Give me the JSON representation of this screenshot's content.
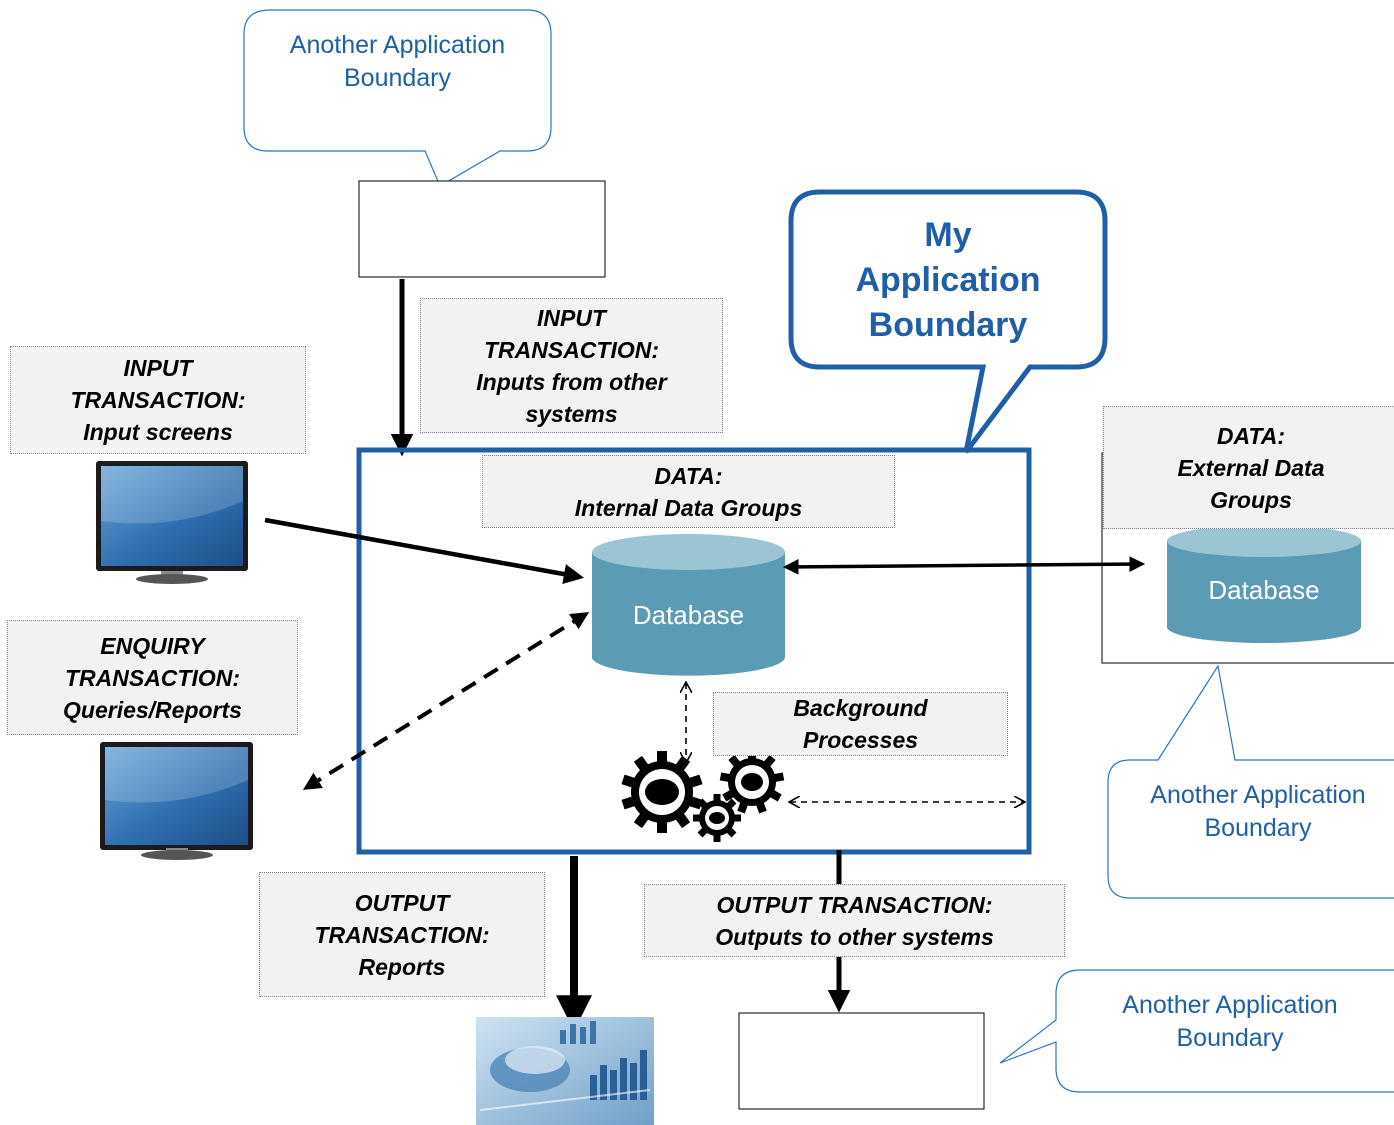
{
  "colors": {
    "accent": "#1f5fa7",
    "database_fill": "#5b9bb5",
    "database_top": "#9cc5d4",
    "label_fill": "#f2f2f2",
    "monitor_screen": "#2f6fb0"
  },
  "callouts": {
    "top": "Another Application\nBoundary",
    "right": "Another Application\nBoundary",
    "bottom": "Another Application\nBoundary",
    "my_app": "My\nApplication\nBoundary"
  },
  "labels": {
    "input_other": "INPUT\nTRANSACTION:\nInputs from other\nsystems",
    "input_screens": "INPUT\nTRANSACTION:\nInput screens",
    "enquiry": "ENQUIRY\nTRANSACTION:\nQueries/Reports",
    "internal_data": "DATA:\nInternal Data Groups",
    "external_data": "DATA:\nExternal Data\nGroups",
    "background": "Background\nProcesses",
    "output_reports": "OUTPUT\nTRANSACTION:\nReports",
    "output_other": "OUTPUT TRANSACTION:\nOutputs to other systems"
  },
  "databases": {
    "internal": "Database",
    "external": "Database"
  },
  "icons": [
    "monitor-icon",
    "gears-icon",
    "report-image-icon",
    "database-icon"
  ]
}
